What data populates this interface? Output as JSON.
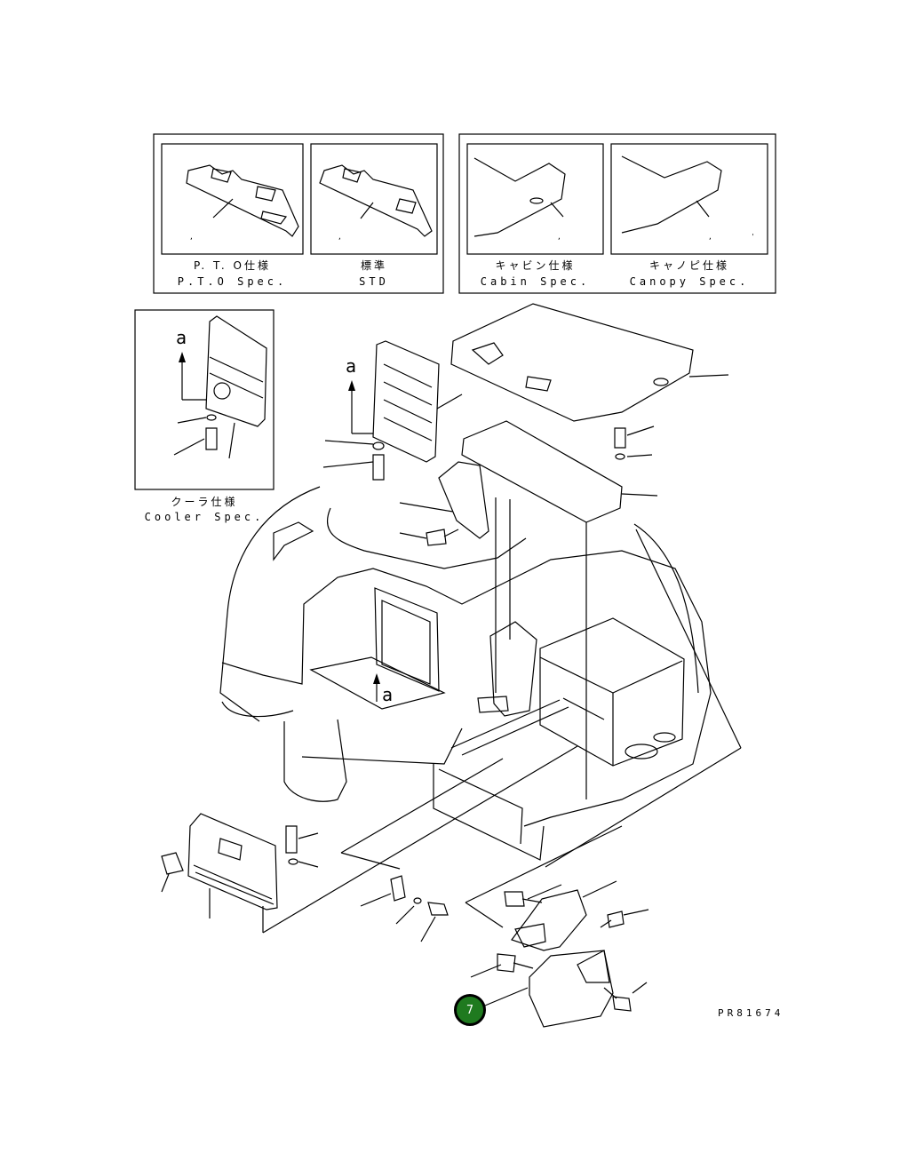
{
  "insets": [
    {
      "jp": "P. T. O仕様",
      "en": "P.T.O Spec."
    },
    {
      "jp": "標準",
      "en": "STD"
    },
    {
      "jp": "キャビン仕様",
      "en": "Cabin Spec."
    },
    {
      "jp": "キャノピ仕様",
      "en": "Canopy Spec."
    }
  ],
  "cooler": {
    "jp": "クーラ仕様",
    "en": "Cooler Spec."
  },
  "view_marker": "a",
  "callout_number": "7",
  "drawing_number": "PR81674",
  "marks": {
    "comma": ",",
    "tick": "'"
  },
  "colors": {
    "callout_fill": "#1f7a1f",
    "line": "#000000"
  }
}
